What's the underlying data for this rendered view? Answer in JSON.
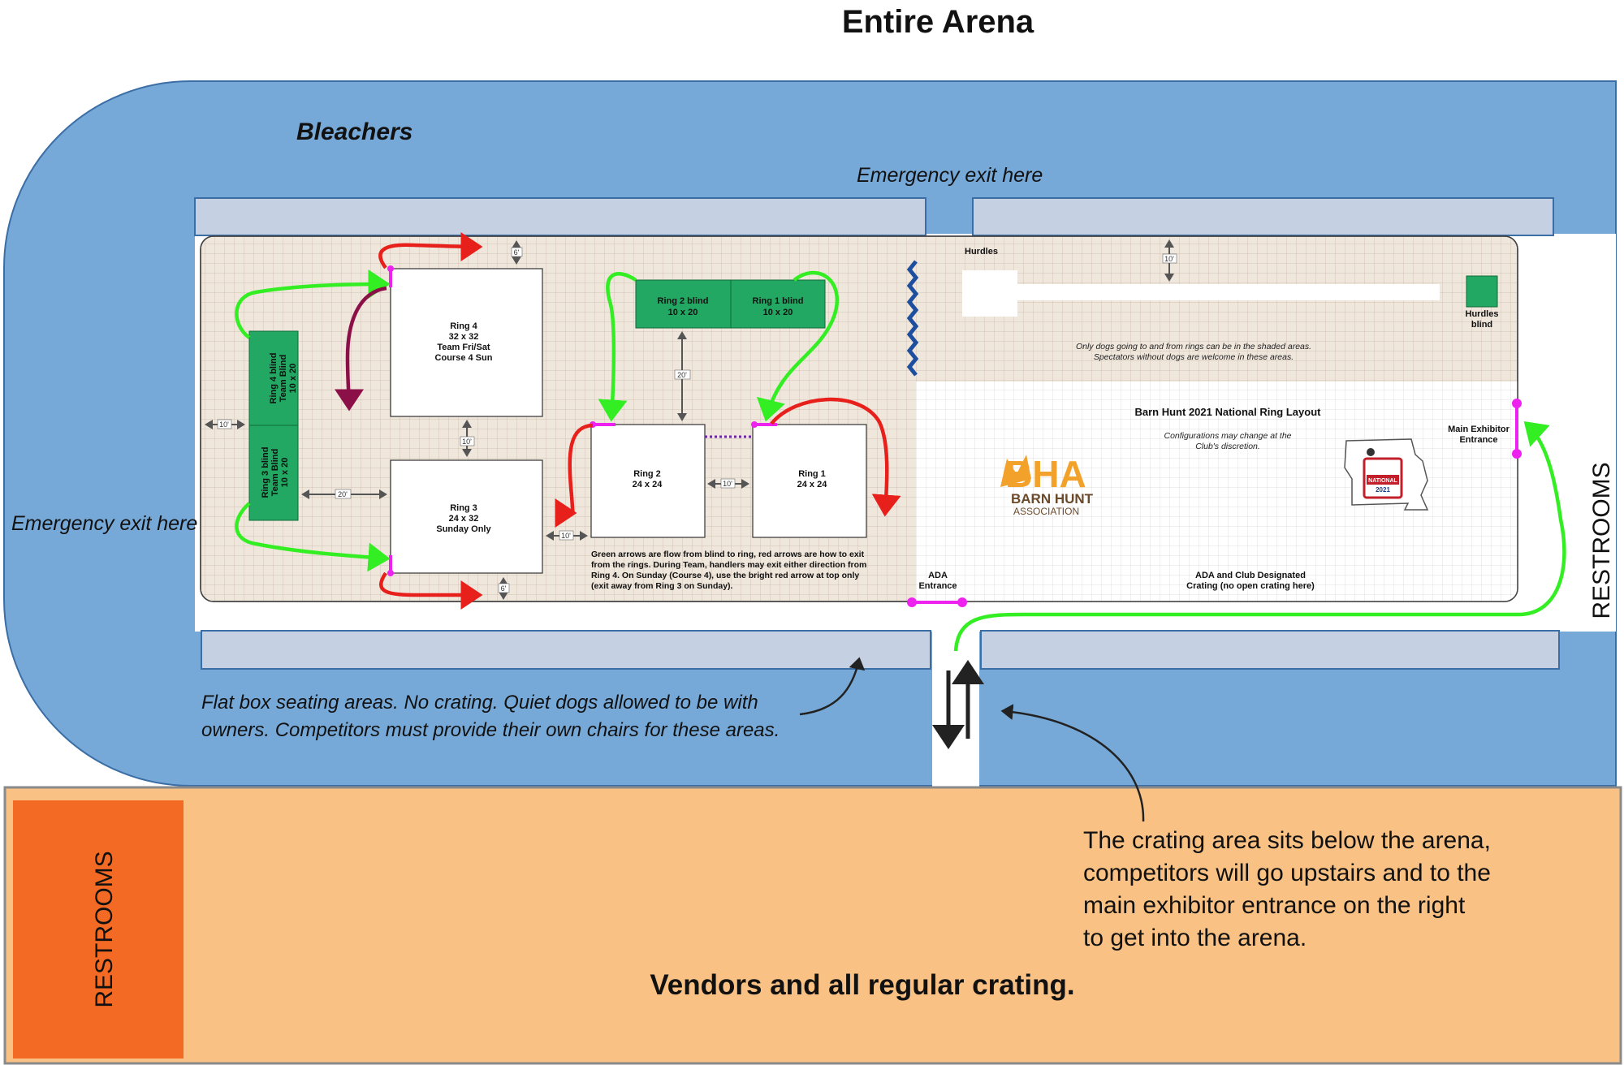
{
  "title": "Entire Arena",
  "bleachers_label": "Bleachers",
  "emergency_exit_top": "Emergency exit here",
  "emergency_exit_left": "Emergency exit here",
  "restrooms_right": "RESTROOMS",
  "restrooms_bottom": "RESTROOMS",
  "vendors_label": "Vendors and all regular crating.",
  "flat_box_note": {
    "line1": "Flat box seating areas. No crating. Quiet dogs allowed to be with",
    "line2": "owners. Competitors must provide their own chairs for these areas."
  },
  "crating_note": {
    "line1": "The crating area sits below the arena,",
    "line2": "competitors will go upstairs  and to the",
    "line3": "main exhibitor entrance on the right",
    "line4": "to get into the arena."
  },
  "rings": {
    "ring4": {
      "name": "Ring 4",
      "size": "32 x 32",
      "line3": "Team Fri/Sat",
      "line4": "Course 4 Sun"
    },
    "ring3": {
      "name": "Ring 3",
      "size": "24 x 32",
      "line3": "Sunday Only"
    },
    "ring2": {
      "name": "Ring 2",
      "size": "24 x 24"
    },
    "ring1": {
      "name": "Ring 1",
      "size": "24 x 24"
    }
  },
  "blinds": {
    "ring4_blind": {
      "line1": "Ring 4 blind",
      "line2": "Team Blind",
      "line3": "10 x 20"
    },
    "ring3_blind": {
      "line1": "Ring 3 blind",
      "line2": "Team Blind",
      "line3": "10 x 20"
    },
    "ring2_blind": {
      "line1": "Ring 2 blind",
      "line2": "10 x 20"
    },
    "ring1_blind": {
      "line1": "Ring 1 blind",
      "line2": "10 x 20"
    },
    "hurdles_blind": {
      "line1": "Hurdles",
      "line2": "blind"
    }
  },
  "hurdles_label": "Hurdles",
  "dims": {
    "d6_top": "6'",
    "d6_bottom": "6'",
    "d10_left": "10'",
    "d10_r4r3": "10'",
    "d20_blind_r3": "20'",
    "d20_blind_r2": "20'",
    "d10_r3r2": "10'",
    "d10_r2r1": "10'",
    "d10_hurdles": "10'"
  },
  "shaded_note": {
    "line1": "Only dogs going to and from rings can be in the shaded areas.",
    "line2": "Spectators without dogs are welcome in these areas."
  },
  "layout_title": "Barn Hunt 2021 National Ring Layout",
  "layout_note": {
    "line1": "Configurations may change at the",
    "line2": "Club's discretion."
  },
  "arrow_note": {
    "line1": "Green arrows are flow from blind to ring, red arrows are how to exit",
    "line2": "from the rings. During Team, handlers may exit either direction from",
    "line3": "Ring 4. On Sunday (Course 4), use the bright red arrow at top only",
    "line4": "(exit away from Ring 3 on Sunday)."
  },
  "main_entrance": {
    "line1": "Main Exhibitor",
    "line2": "Entrance"
  },
  "ada_entrance": {
    "line1": "ADA",
    "line2": "Entrance"
  },
  "ada_crating": {
    "line1": "ADA and Club Designated",
    "line2": "Crating (no open crating here)"
  },
  "logo": {
    "bha": "BHA",
    "barn_hunt": "BARN HUNT",
    "association": "ASSOCIATION",
    "badge": "NATIONAL",
    "badge_year": "2021"
  },
  "colors": {
    "arena_blue": "#77a9d8",
    "seating": "#c5d0e3",
    "crating_orange": "#f9c183",
    "restroom_orange": "#f26a24",
    "blind_green": "#22a862",
    "flow_green": "#33ee22",
    "exit_red": "#e8201c",
    "alt_exit_purple": "#8c1048",
    "entrance_magenta": "#ee22ee",
    "grid_beige": "#efe6dc"
  }
}
